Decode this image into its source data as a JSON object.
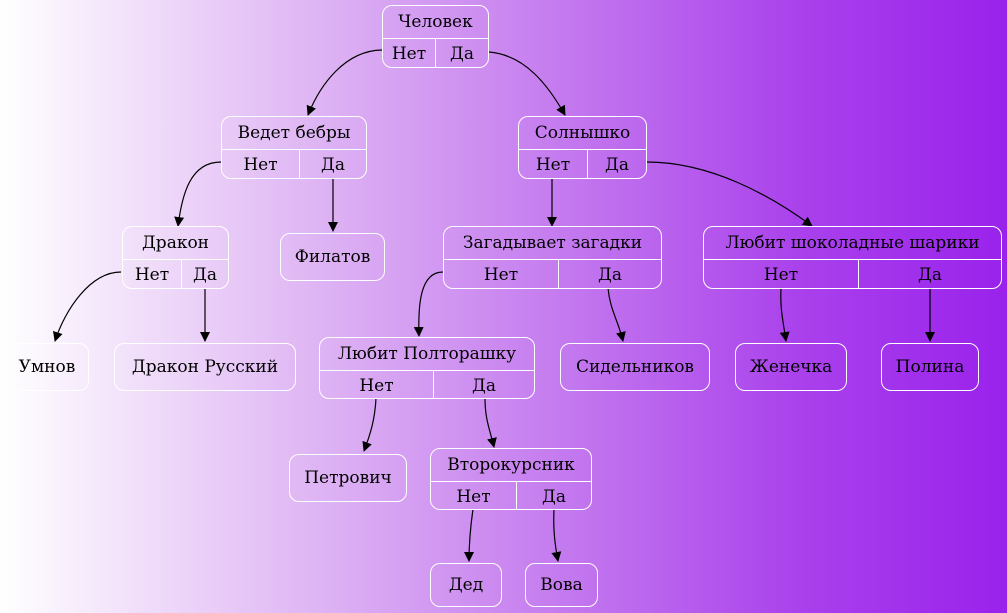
{
  "nodes": {
    "chelovek": {
      "title": "Человек",
      "no": "Нет",
      "yes": "Да"
    },
    "vedet_bebry": {
      "title": "Ведет бебры",
      "no": "Нет",
      "yes": "Да"
    },
    "solnyshko": {
      "title": "Солнышко",
      "no": "Нет",
      "yes": "Да"
    },
    "drakon": {
      "title": "Дракон",
      "no": "Нет",
      "yes": "Да"
    },
    "zagadki": {
      "title": "Загадывает загадки",
      "no": "Нет",
      "yes": "Да"
    },
    "shariki": {
      "title": "Любит шоколадные шарики",
      "no": "Нет",
      "yes": "Да"
    },
    "poltorashku": {
      "title": "Любит Полторашку",
      "no": "Нет",
      "yes": "Да"
    },
    "vtorokursnik": {
      "title": "Второкурсник",
      "no": "Нет",
      "yes": "Да"
    }
  },
  "leaves": {
    "filatov": "Филатов",
    "umnov": "Умнов",
    "drakon_russkiy": "Дракон Русский",
    "sidelnikov": "Сидельников",
    "zhenechka": "Женечка",
    "polina": "Полина",
    "petrovich": "Петрович",
    "ded": "Дед",
    "vova": "Вова"
  },
  "colors": {
    "border": "#ffffff",
    "arrow": "#000000"
  }
}
